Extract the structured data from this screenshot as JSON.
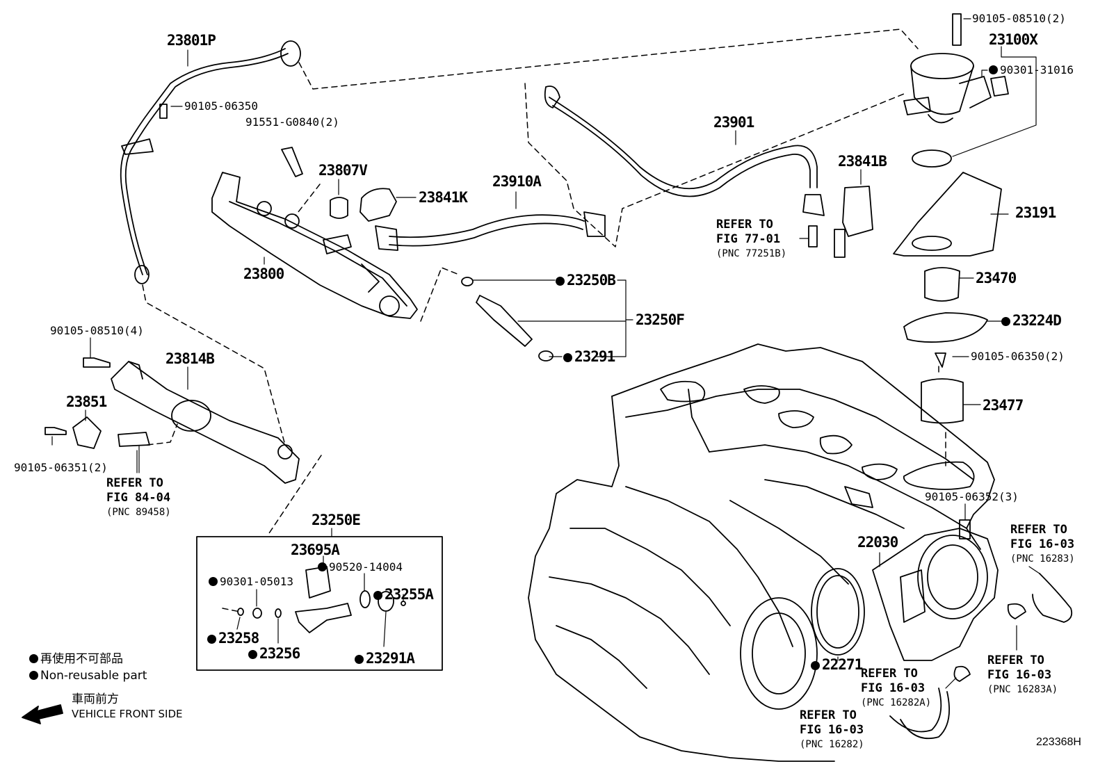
{
  "parts": {
    "p23801P": "23801P",
    "p90105_06350": "90105-06350",
    "p91551": "91551-G0840(2)",
    "p23807V": "23807V",
    "p23841K": "23841K",
    "p23910A": "23910A",
    "p23800": "23800",
    "p23901": "23901",
    "p23841B": "23841B",
    "p90105_08510_2": "90105-08510(2)",
    "p23100X": "23100X",
    "p90301_31016": "90301-31016",
    "p23191": "23191",
    "p23470": "23470",
    "p23224D": "23224D",
    "p90105_06350_2": "90105-06350(2)",
    "p23477": "23477",
    "p23250B": "23250B",
    "p23250F": "23250F",
    "p23291": "23291",
    "p90105_08510_4": "90105-08510(4)",
    "p23814B": "23814B",
    "p23851": "23851",
    "p90105_06351": "90105-06351(2)",
    "p23250E": "23250E",
    "p23695A": "23695A",
    "p90520": "90520-14004",
    "p90301_05013": "90301-05013",
    "p23255A": "23255A",
    "p23258": "23258",
    "p23256": "23256",
    "p23291A": "23291A",
    "p90105_06352": "90105-06352(3)",
    "p22030": "22030",
    "p22271": "22271"
  },
  "refs": {
    "r77": {
      "l1": "REFER TO",
      "l2": "FIG 77-01",
      "l3": "(PNC 77251B)"
    },
    "r84": {
      "l1": "REFER TO",
      "l2": "FIG 84-04",
      "l3": "(PNC 89458)"
    },
    "r16283": {
      "l1": "REFER TO",
      "l2": "FIG 16-03",
      "l3": "(PNC 16283)"
    },
    "r16283A": {
      "l1": "REFER TO",
      "l2": "FIG 16-03",
      "l3": "(PNC 16283A)"
    },
    "r16282A": {
      "l1": "REFER TO",
      "l2": "FIG 16-03",
      "l3": "(PNC 16282A)"
    },
    "r16282": {
      "l1": "REFER TO",
      "l2": "FIG 16-03",
      "l3": "(PNC 16282)"
    }
  },
  "legend": {
    "nonreusable_jp": "再使用不可部品",
    "nonreusable_en": "Non-reusable part",
    "front_jp": "車両前方",
    "front_en": "VEHICLE FRONT SIDE"
  },
  "diagram_code": "223368H"
}
